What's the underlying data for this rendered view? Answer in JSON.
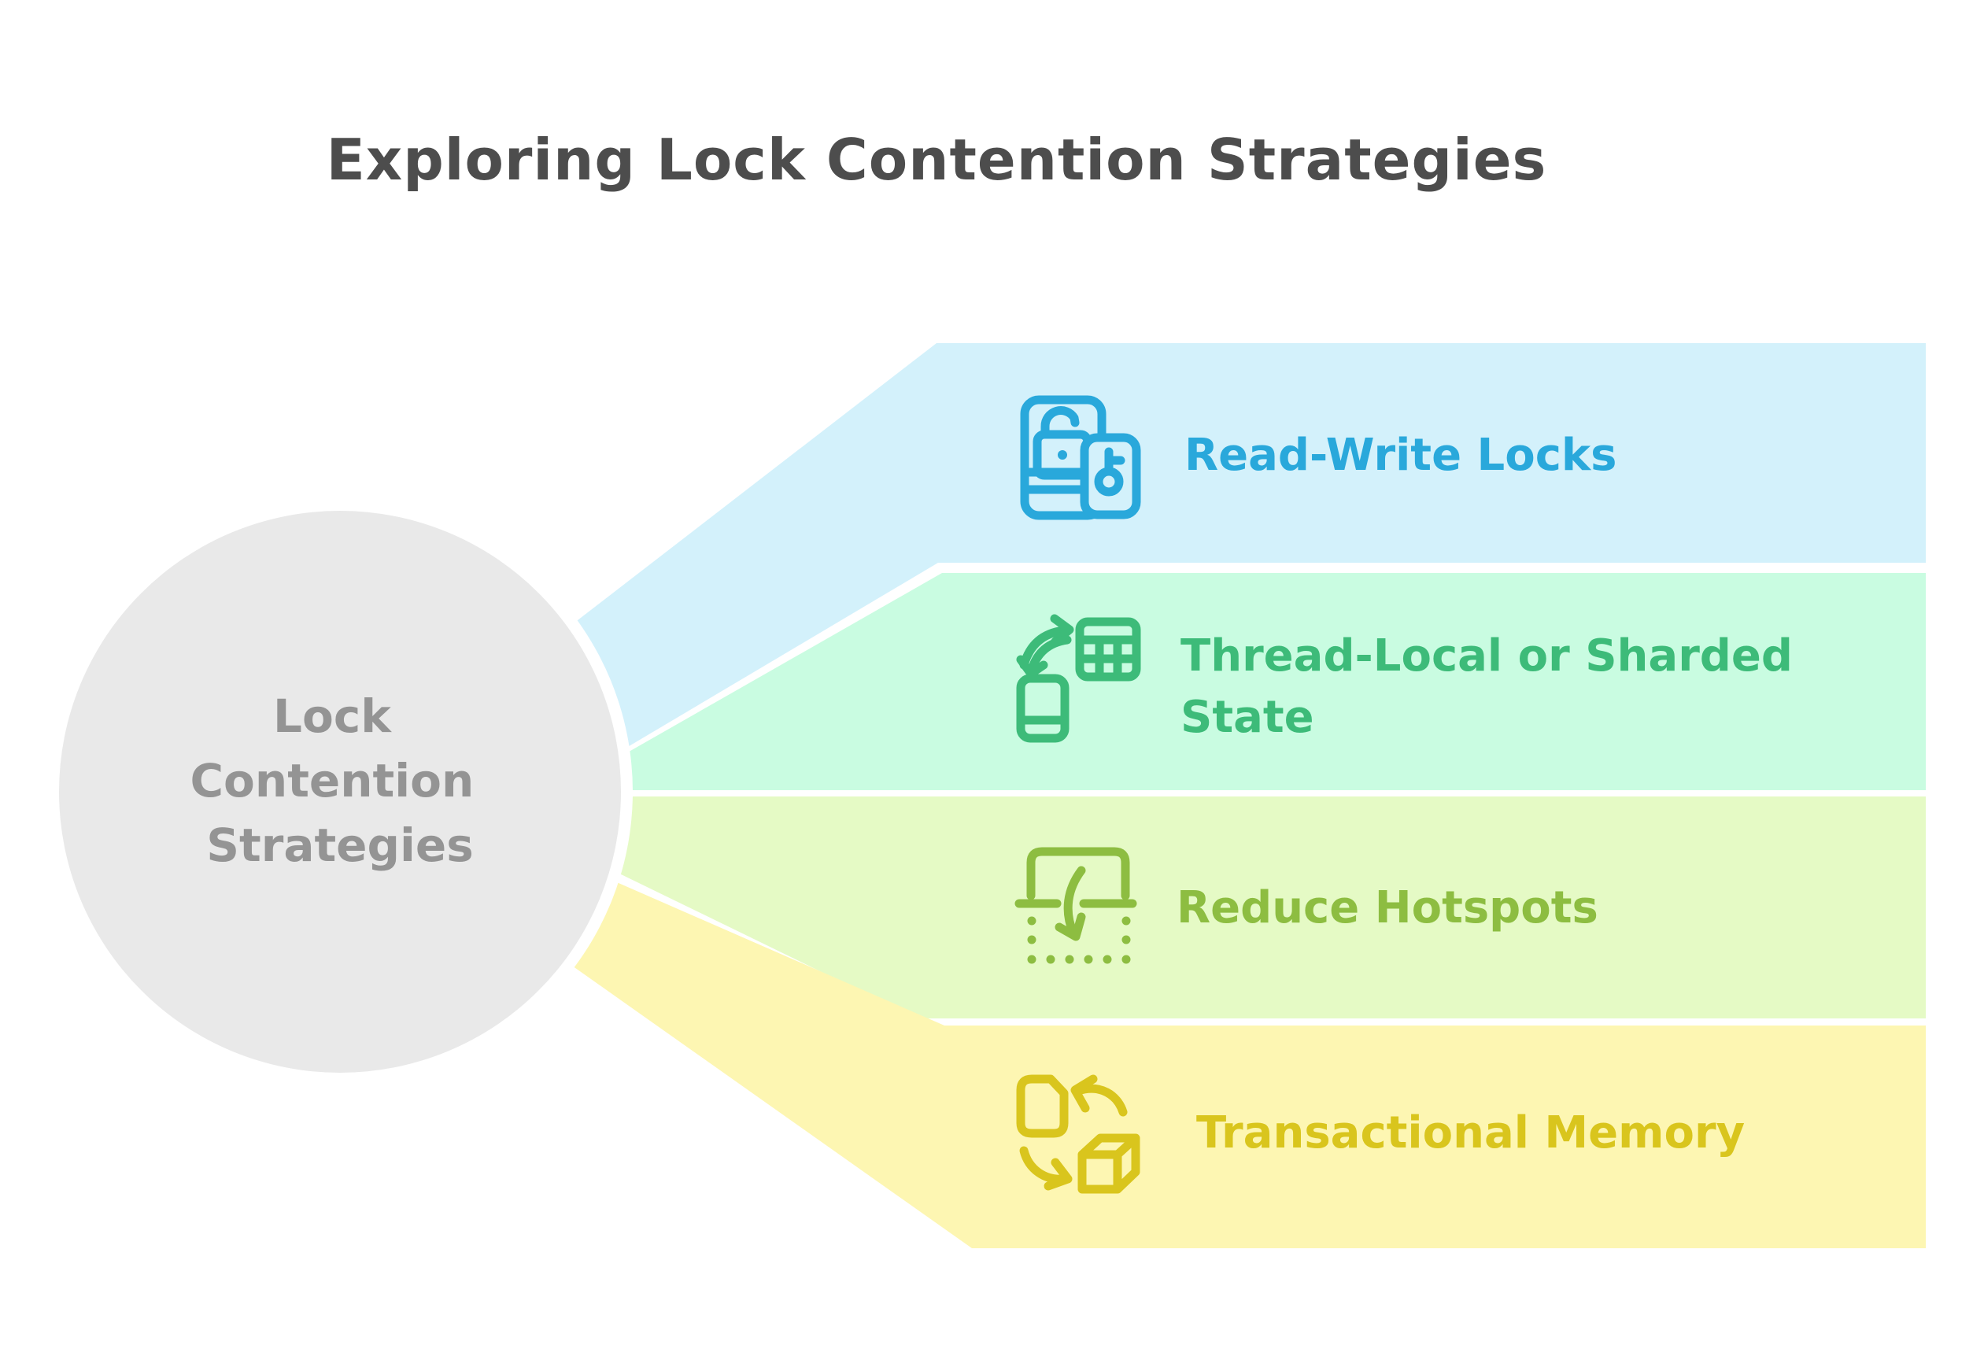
{
  "title": {
    "text": "Exploring Lock Contention Strategies",
    "color": "#4d4d4d"
  },
  "center": {
    "label": "Lock Contention Strategies",
    "lines": [
      "Lock",
      "Contention",
      "Strategies"
    ],
    "bg_color": "#e9e9e9",
    "rim_color": "#ffffff",
    "text_color": "#949494"
  },
  "branches": [
    {
      "id": "read-write-locks",
      "label": "Read-Write Locks",
      "lines": [
        "Read-Write Locks",
        ""
      ],
      "bg_color": "#d3f1fb",
      "accent_color": "#29a8db",
      "icon": "unlocked-card-and-key-icon"
    },
    {
      "id": "thread-local-or-sharded-state",
      "label": "Thread-Local or Sharded State",
      "lines": [
        "Thread-Local or Sharded",
        "State"
      ],
      "bg_color": "#c9fce1",
      "accent_color": "#3dbb79",
      "icon": "swap-table-phone-icon"
    },
    {
      "id": "reduce-hotspots",
      "label": "Reduce Hotspots",
      "lines": [
        "Reduce Hotspots",
        ""
      ],
      "bg_color": "#e5fac5",
      "accent_color": "#8dbd41",
      "icon": "extract-row-arrow-icon"
    },
    {
      "id": "transactional-memory",
      "label": "Transactional Memory",
      "lines": [
        "Transactional Memory",
        ""
      ],
      "bg_color": "#fdf6b2",
      "accent_color": "#d9c51d",
      "icon": "document-cube-sync-icon"
    }
  ]
}
